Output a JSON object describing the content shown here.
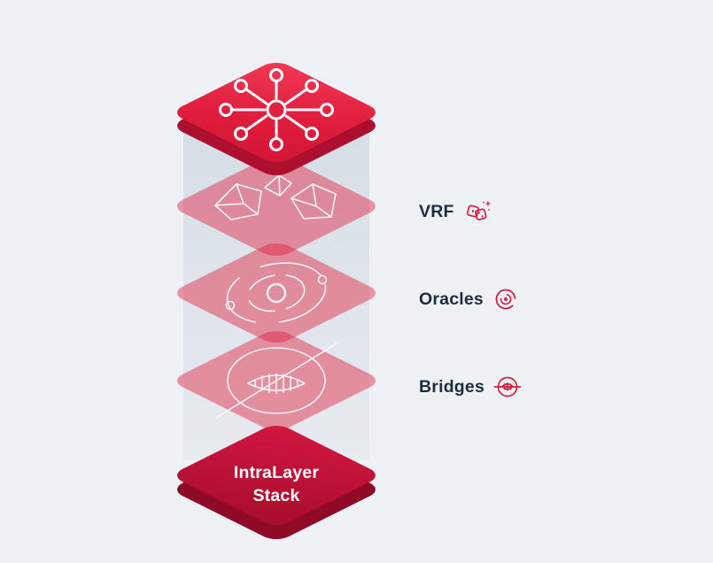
{
  "stack": {
    "top": {
      "icon": "network-hub"
    },
    "base": {
      "line1": "IntraLayer",
      "line2": "Stack"
    },
    "layers": [
      {
        "name": "vrf-layer",
        "icon": "vrf-gems"
      },
      {
        "name": "oracles-layer",
        "icon": "oracles-orbit"
      },
      {
        "name": "bridges-layer",
        "icon": "bridges-ring"
      }
    ]
  },
  "labels": [
    {
      "text": "VRF",
      "icon": "vrf-dice"
    },
    {
      "text": "Oracles",
      "icon": "oracles-orbit"
    },
    {
      "text": "Bridges",
      "icon": "bridges-ring"
    }
  ],
  "colors": {
    "background": "#eef1f5",
    "top_layer_red": "#e01d3d",
    "base_layer_red": "#b81135",
    "translucent_layer_pink": "rgba(223,30,62,0.45)",
    "column_gray": "rgba(210,218,226,0.6)",
    "label_text": "#1e2d3d",
    "label_icon_red": "#d41f3f",
    "layer_icon_white": "#ffffff"
  }
}
